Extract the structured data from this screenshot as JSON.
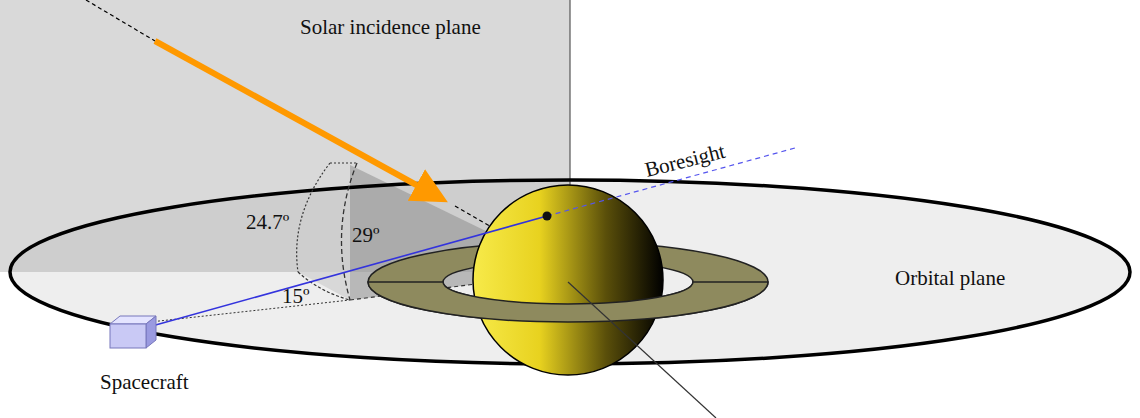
{
  "diagram": {
    "labels": [
      "Solar incidence plane",
      "Boresight",
      "24.7º",
      "29º",
      "15º",
      "Orbital plane",
      "Spacecraft"
    ]
  }
}
